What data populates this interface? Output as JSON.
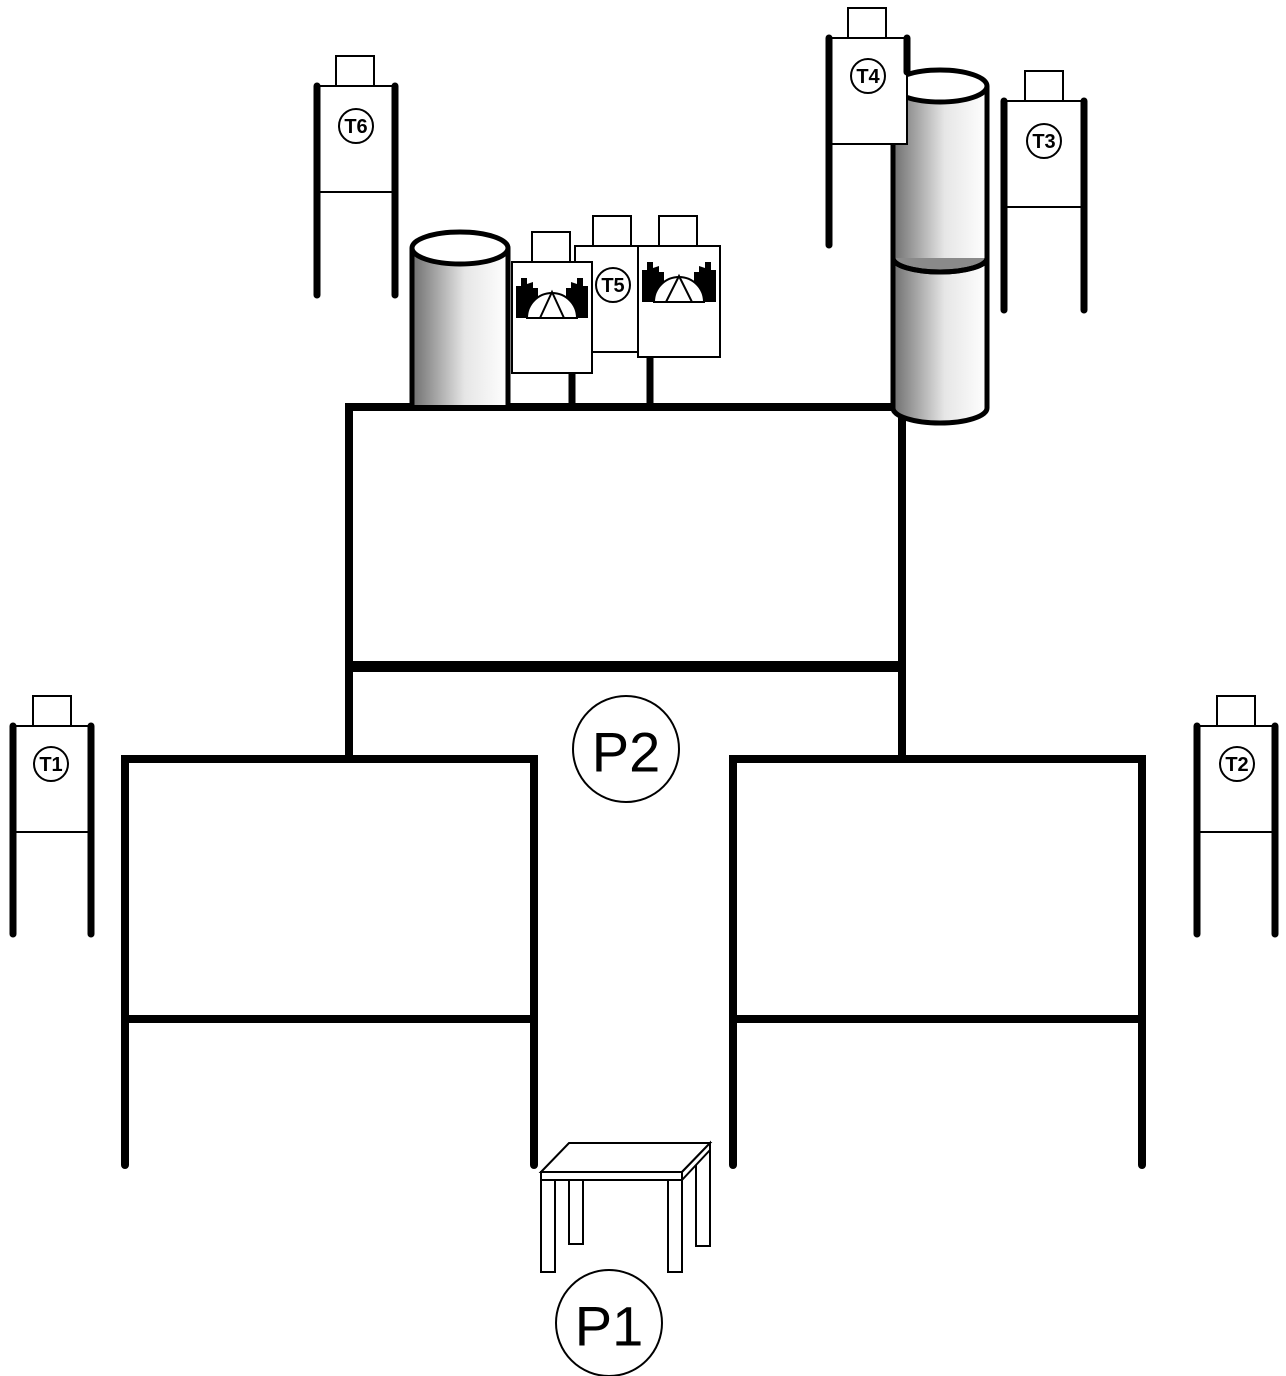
{
  "diagram": {
    "targets": [
      {
        "id": "t1",
        "label": "T1"
      },
      {
        "id": "t2",
        "label": "T2"
      },
      {
        "id": "t3",
        "label": "T3"
      },
      {
        "id": "t4",
        "label": "T4"
      },
      {
        "id": "t5",
        "label": "T5"
      },
      {
        "id": "t6",
        "label": "T6"
      }
    ],
    "positions": [
      {
        "id": "p1",
        "label": "P1"
      },
      {
        "id": "p2",
        "label": "P2"
      }
    ]
  },
  "colors": {
    "stroke": "#000000",
    "fill": "#ffffff",
    "barrel_dark": "#6f6f6f",
    "barrel_light": "#ffffff"
  }
}
